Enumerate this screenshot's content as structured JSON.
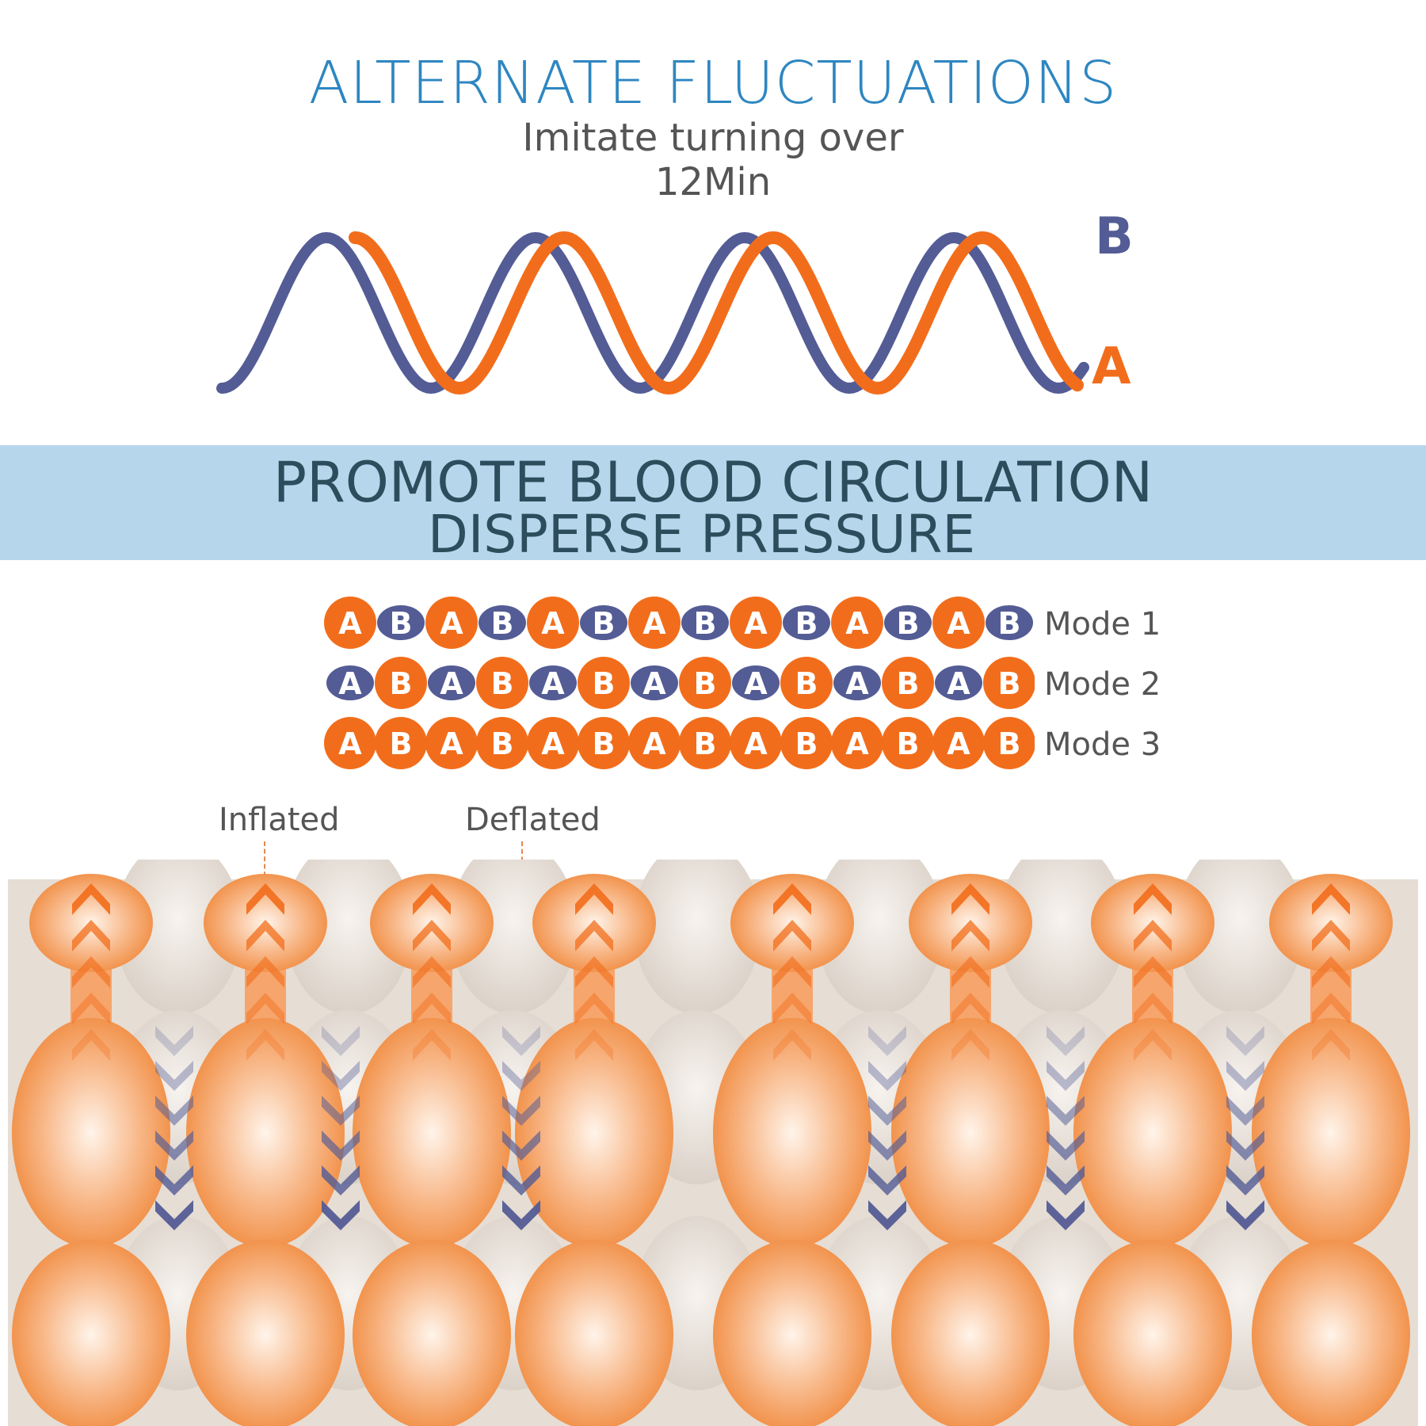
{
  "header": {
    "title": "ALTERNATE FLUCTUATIONS",
    "subtitle": "Imitate turning over",
    "duration": "12Min"
  },
  "wave": {
    "label_b": "B",
    "label_a": "A",
    "color_b": "#545c95",
    "color_a": "#f26d1b"
  },
  "banner": {
    "line1": "PROMOTE BLOOD CIRCULATION",
    "line2": "DISPERSE PRESSURE",
    "color": "#b6d6ec"
  },
  "modes": [
    {
      "label": "Mode 1",
      "cells": [
        "A",
        "B",
        "A",
        "B",
        "A",
        "B",
        "A",
        "B",
        "A",
        "B",
        "A",
        "B",
        "A",
        "B"
      ],
      "inflated": [
        true,
        false,
        true,
        false,
        true,
        false,
        true,
        false,
        true,
        false,
        true,
        false,
        true,
        false
      ]
    },
    {
      "label": "Mode 2",
      "cells": [
        "A",
        "B",
        "A",
        "B",
        "A",
        "B",
        "A",
        "B",
        "A",
        "B",
        "A",
        "B",
        "A",
        "B"
      ],
      "inflated": [
        false,
        true,
        false,
        true,
        false,
        true,
        false,
        true,
        false,
        true,
        false,
        true,
        false,
        true
      ]
    },
    {
      "label": "Mode 3",
      "cells": [
        "A",
        "B",
        "A",
        "B",
        "A",
        "B",
        "A",
        "B",
        "A",
        "B",
        "A",
        "B",
        "A",
        "B"
      ],
      "inflated": [
        true,
        true,
        true,
        true,
        true,
        true,
        true,
        true,
        true,
        true,
        true,
        true,
        true,
        true
      ]
    }
  ],
  "callouts": {
    "inflated": "Inflated",
    "deflated": "Deflated"
  },
  "colors": {
    "orange": "#f26d1b",
    "navy": "#545c95",
    "title_blue": "#2e86c1",
    "mattress_base": "#e6ddd4"
  }
}
